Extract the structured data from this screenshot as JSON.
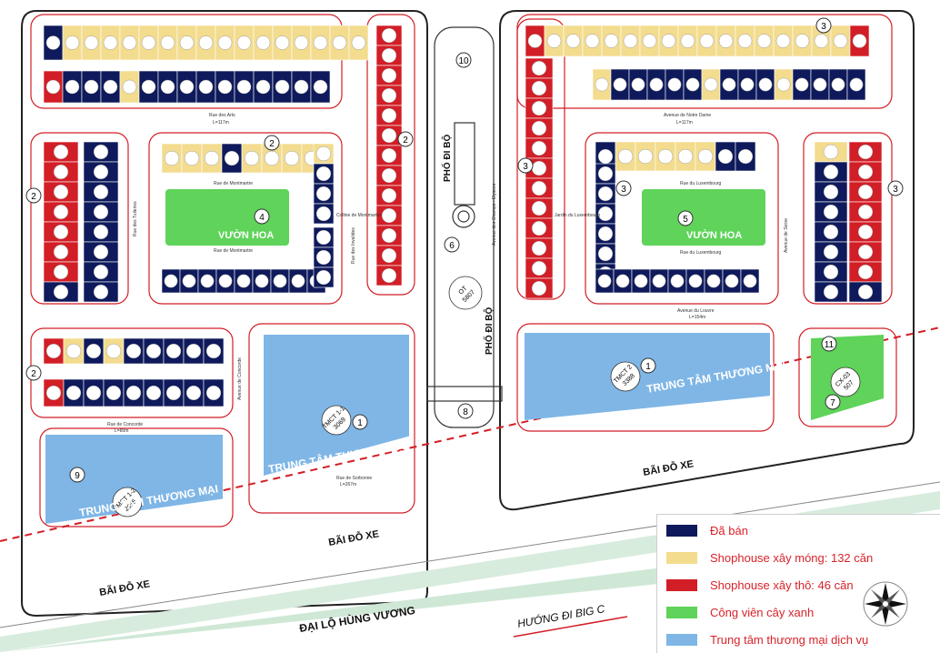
{
  "colors": {
    "sold": "#0e1a5b",
    "shophouse_foundation": "#f3dc8e",
    "shophouse_rough": "#d21e26",
    "park": "#5fd35a",
    "commercial": "#7fb6e6",
    "border_red": "#d21e26",
    "road_green": "#cfe8d6"
  },
  "streets": {
    "rue_des_arts": "Rue des Arts",
    "rue_des_arts_len": "L=117m",
    "avenue_notre_dame": "Avenue de Notre Dame",
    "avenue_notre_dame_len": "L=117m",
    "rue_montmartre_top": "Rue de Montmartre",
    "rue_montmartre_bottom": "Rue de Montmartre",
    "colline_montmartre": "Colline de Montmartre",
    "rue_luxembourg_top": "Rue du Luxembourg",
    "rue_luxembourg_bottom": "Rue du Luxembourg",
    "jardin_luxembourg": "Jardin du Luxembourg",
    "rue_tuileries": "Rue des Tuileries",
    "avenue_seine": "Avenue de Seine",
    "rue_invalides": "Rue des Invalides",
    "avenue_louvre": "Avenue du Louvre",
    "avenue_louvre_len": "L=154m",
    "avenue_concorde": "Avenue de Concorde",
    "rue_concorde": "Rue de Concorde",
    "rue_concorde_len": "L=80m",
    "rue_sorbonne": "Rue de Sorbonne",
    "rue_sorbonne_len": "L=267m",
    "champs_elysees": "Avenue des Champs - Elysees"
  },
  "labels": {
    "vuon_hoa_left": "VƯỜN HOA",
    "vuon_hoa_right": "VƯỜN HOA",
    "pho_di_bo_top": "PHỐ ĐI BỘ",
    "pho_di_bo_bottom": "PHỐ ĐI BỘ",
    "ttm_1": "TRUNG TÂM THƯƠNG MẠI",
    "ttm_2": "TRUNG TÂM THƯƠNG MẠI",
    "ttm_3": "TRUNG TÂM THƯƠNG MẠI",
    "bai_do_xe_1": "BÃI ĐỖ XE",
    "bai_do_xe_2": "BÃI ĐỖ XE",
    "bai_do_xe_3": "BÃI ĐỖ XE",
    "dai_lo": "ĐẠI LỘ HÙNG VƯƠNG",
    "huong_di": "HƯỚNG ĐI BIG C"
  },
  "lots": {
    "tmct_1_1": {
      "code": "TMCT 1-1",
      "area": "3069"
    },
    "tmct_1_2": {
      "code": "TMCT 1-2",
      "area": "2655"
    },
    "tmct_2": {
      "code": "TMCT 2",
      "area": "3388"
    },
    "ot": {
      "code": "OT",
      "area": "5807"
    },
    "cx_03": {
      "code": "CX-03",
      "area": "507"
    }
  },
  "markers": [
    "1",
    "1",
    "2",
    "2",
    "2",
    "2",
    "3",
    "3",
    "3",
    "3",
    "4",
    "5",
    "6",
    "7",
    "8",
    "9",
    "10",
    "11"
  ],
  "legend": [
    {
      "label": "Đã bán",
      "color": "#0e1a5b"
    },
    {
      "label": "Shophouse xây móng: 132 căn",
      "color": "#f3dc8e"
    },
    {
      "label": "Shophouse xây thô: 46 căn",
      "color": "#d21e26"
    },
    {
      "label": "Công viên cây xanh",
      "color": "#5fd35a"
    },
    {
      "label": "Trung tâm thương mại dịch vụ",
      "color": "#7fb6e6"
    }
  ]
}
